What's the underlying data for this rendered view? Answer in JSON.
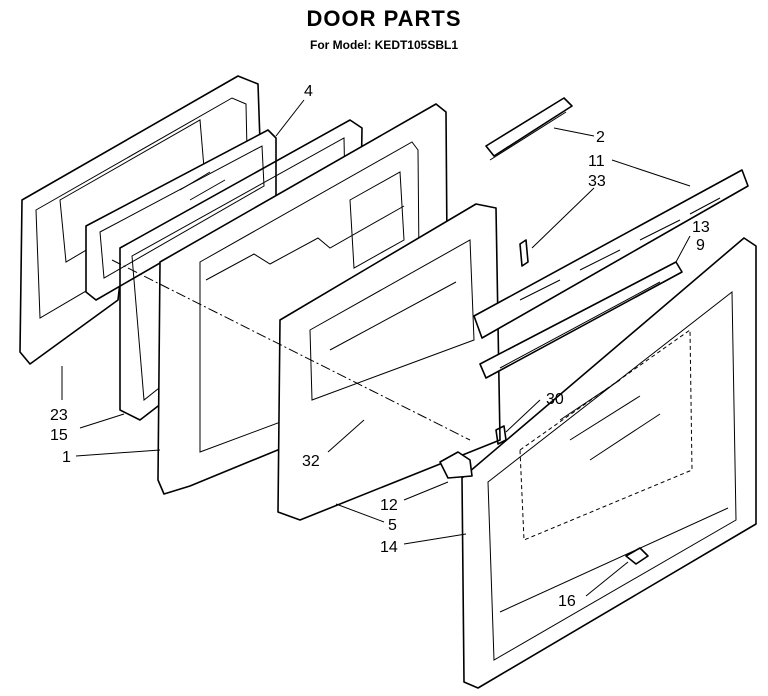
{
  "title": "DOOR PARTS",
  "subtitle": "For Model: KEDT105SBL1",
  "callouts": [
    "4",
    "2",
    "11",
    "33",
    "13",
    "9",
    "30",
    "23",
    "15",
    "1",
    "32",
    "12",
    "5",
    "14",
    "16"
  ]
}
